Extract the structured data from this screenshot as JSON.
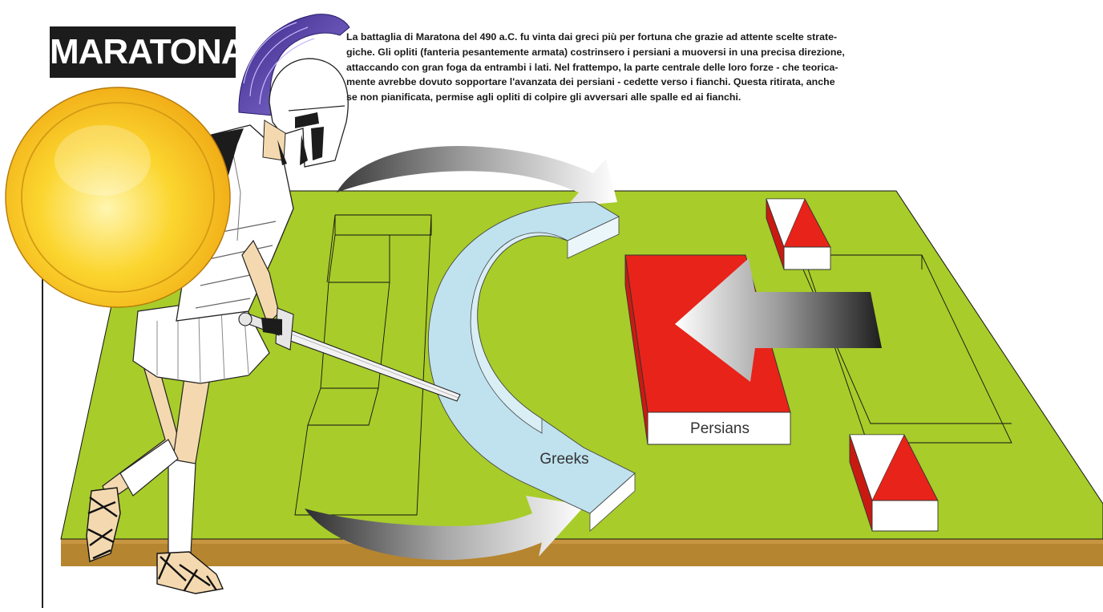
{
  "title": "MARATONA",
  "intro_text": "La battaglia di Maratona del 490 a.C. fu vinta dai greci più per fortuna che grazie ad attente scelte  strate-\ngiche. Gli opliti (fanteria pesantemente armata) costrinsero i persiani a muoversi in una precisa direzione,\nattaccando con gran foga da entrambi i lati. Nel frattempo, la parte centrale delle loro forze - che teorica-\nmente avrebbe dovuto sopportare l'avanzata dei persiani - cedette verso i fianchi. Questa ritirata, anche\nse non pianificata, permise agli opliti di colpire gli avversari alle spalle ed ai fianchi.",
  "labels": {
    "persians": "Persians",
    "greeks": "Greeks"
  },
  "colors": {
    "field": "#a8cc2a",
    "field_edge": "#b5852f",
    "persian": "#e8231a",
    "greek": "#bfe2ee",
    "shield": "#f7c61a",
    "crest": "#6a4fb6"
  },
  "icons": [
    "hoplite-warrior-icon",
    "shield-icon",
    "sword-icon",
    "helmet-icon",
    "flanking-arrow-icon",
    "retreat-arrow-icon"
  ]
}
